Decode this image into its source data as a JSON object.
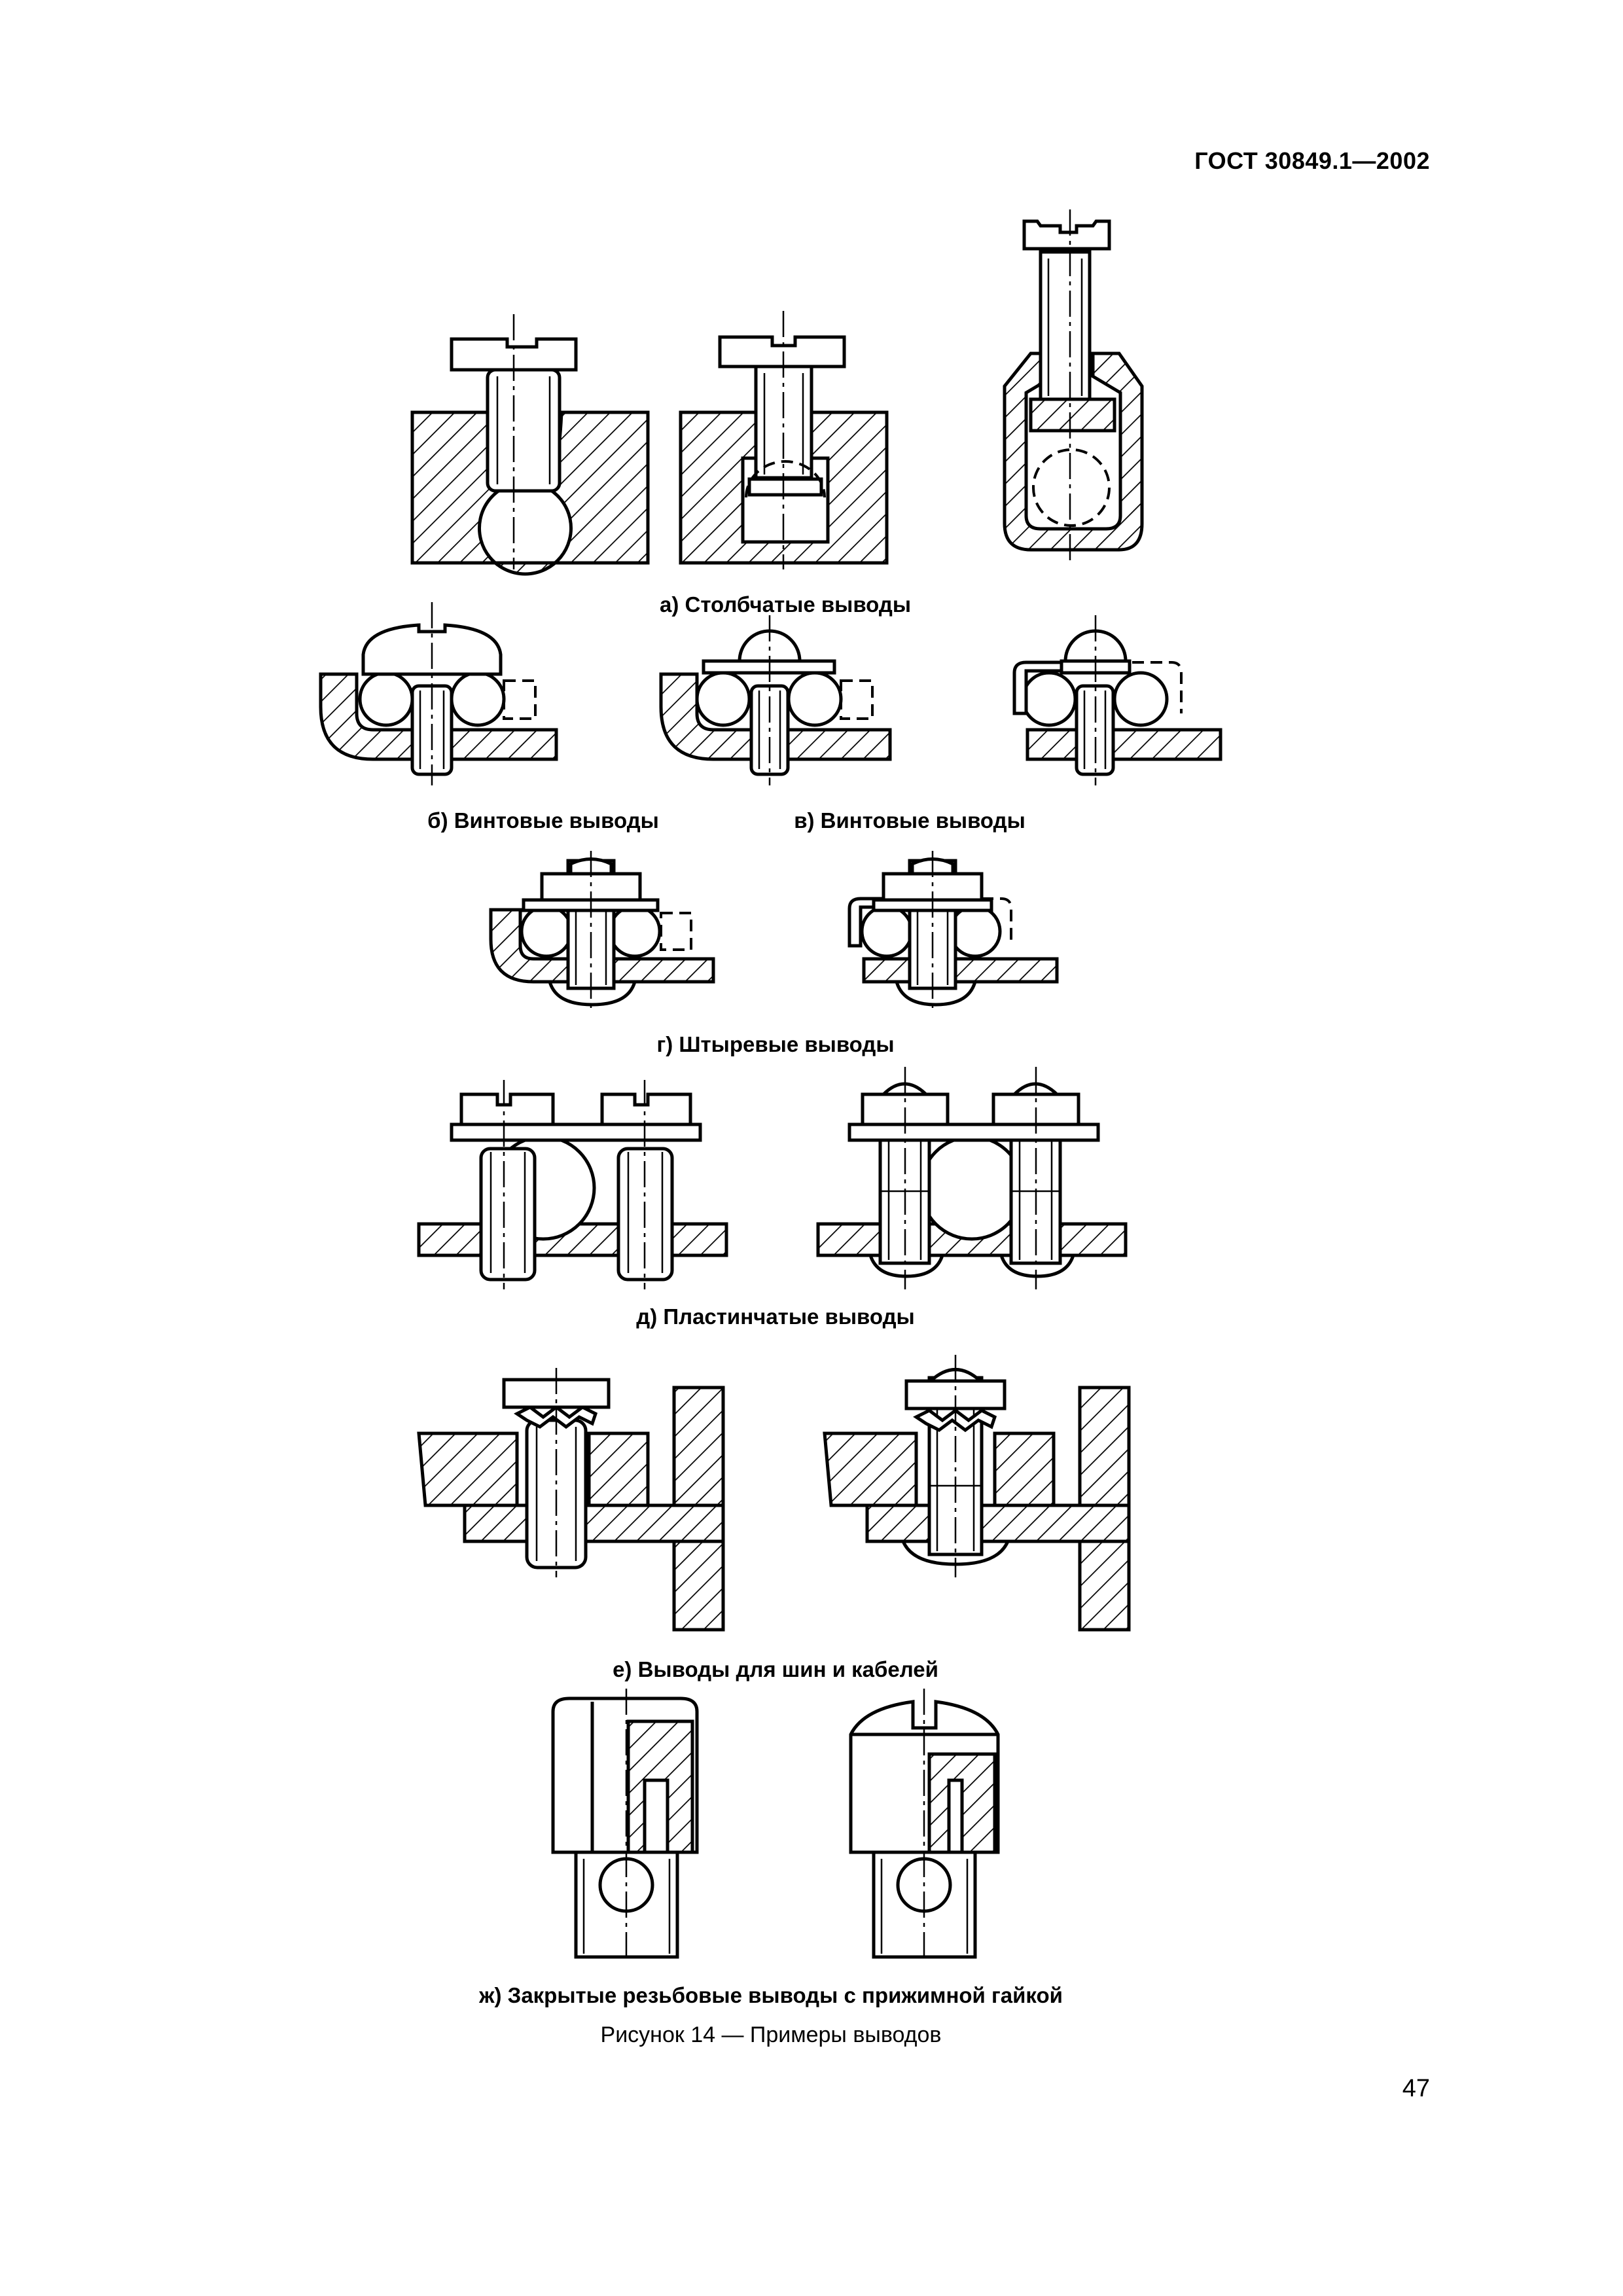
{
  "document": {
    "header": "ГОСТ 30849.1—2002",
    "page_number": "47",
    "figure_title": "Рисунок 14 — Примеры выводов"
  },
  "captions": {
    "a": "а) Столбчатые выводы",
    "b": "б) Винтовые выводы",
    "v": "в) Винтовые выводы",
    "g": "г) Штыревые выводы",
    "d": "д) Пластинчатые выводы",
    "e": "е) Выводы для шин и кабелей",
    "zh": "ж) Закрытые резьбовые выводы с прижимной гайкой"
  },
  "drawing": {
    "style": "black line technical drawing with diagonal hatching"
  }
}
